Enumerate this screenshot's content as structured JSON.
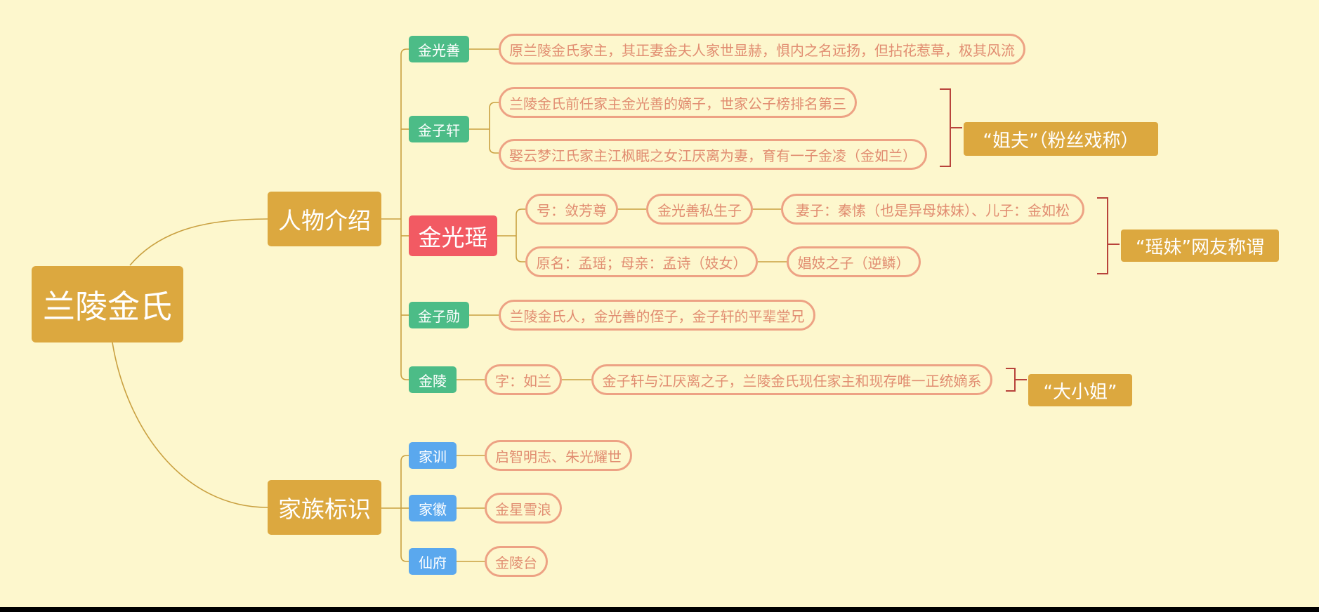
{
  "colors": {
    "background": "#fdf7cd",
    "gold": "#dca83f",
    "green": "#4cbc87",
    "blue": "#5aa8ee",
    "red": "#f25a63",
    "pill_border": "#eda284",
    "pill_text": "#e18d71",
    "line": "#c9a040",
    "bracket": "#b8433b"
  },
  "root": {
    "label": "兰陵金氏"
  },
  "branches": {
    "people": "人物介绍",
    "family": "家族标识"
  },
  "people": {
    "jin_guangshan": {
      "name": "金光善",
      "desc": "原兰陵金氏家主，其正妻金夫人家世显赫，惧内之名远扬，但拈花惹草，极其风流"
    },
    "jin_zixuan": {
      "name": "金子轩",
      "desc1": "兰陵金氏前任家主金光善的嫡子，世家公子榜排名第三",
      "desc2": "娶云梦江氏家主江枫眠之女江厌离为妻，育有一子金凌（金如兰）",
      "nickname": "“姐夫”（粉丝戏称）"
    },
    "jin_guangyao": {
      "name": "金光瑶",
      "title": "号：敛芳尊",
      "origin": "金光善私生子",
      "family": "妻子：秦愫（也是异母妹妹）、儿子：金如松",
      "birth_name": "原名：孟瑶；母亲：孟诗（妓女）",
      "birth_status": "娼妓之子（逆鳞）",
      "nickname": "“瑶妹”网友称谓"
    },
    "jin_zixun": {
      "name": "金子勋",
      "desc": "兰陵金氏人，金光善的侄子，金子轩的平辈堂兄"
    },
    "jin_ling": {
      "name": "金陵",
      "courtesy": "字：如兰",
      "desc": "金子轩与江厌离之子，兰陵金氏现任家主和现存唯一正统嫡系",
      "nickname": "“大小姐”"
    }
  },
  "family": {
    "motto": {
      "key": "家训",
      "value": "启智明志、朱光耀世"
    },
    "emblem": {
      "key": "家徽",
      "value": "金星雪浪"
    },
    "residence": {
      "key": "仙府",
      "value": "金陵台"
    }
  }
}
